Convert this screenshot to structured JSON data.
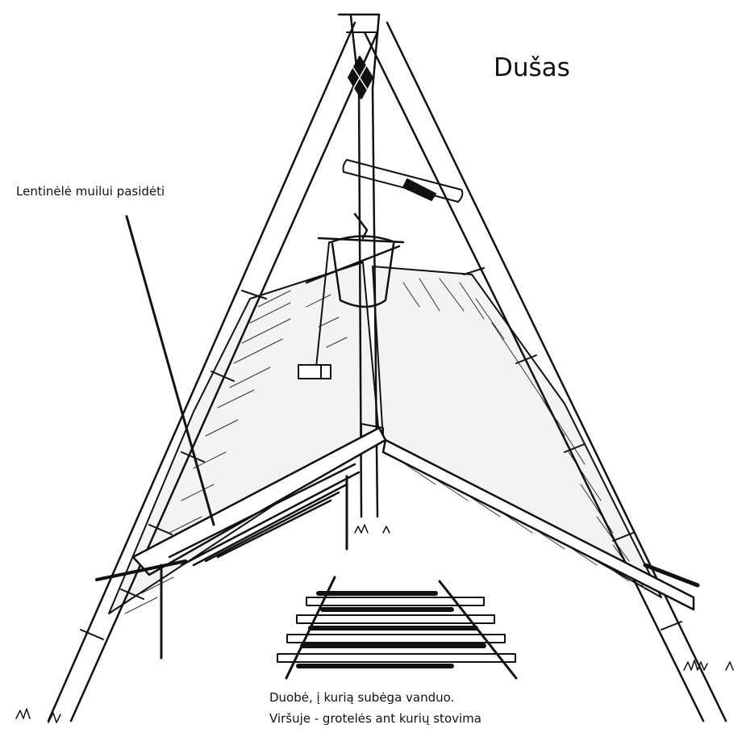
{
  "title": "Dušas",
  "labels": {
    "soap_board": "Lentinėlė muilui pasidėti",
    "pit_line1": "Duobė, į kurią subėga vanduo.",
    "pit_line2": "Viršuje - grotelės ant kurių stovima"
  },
  "colors": {
    "ink": "#111111",
    "background": "#ffffff"
  }
}
